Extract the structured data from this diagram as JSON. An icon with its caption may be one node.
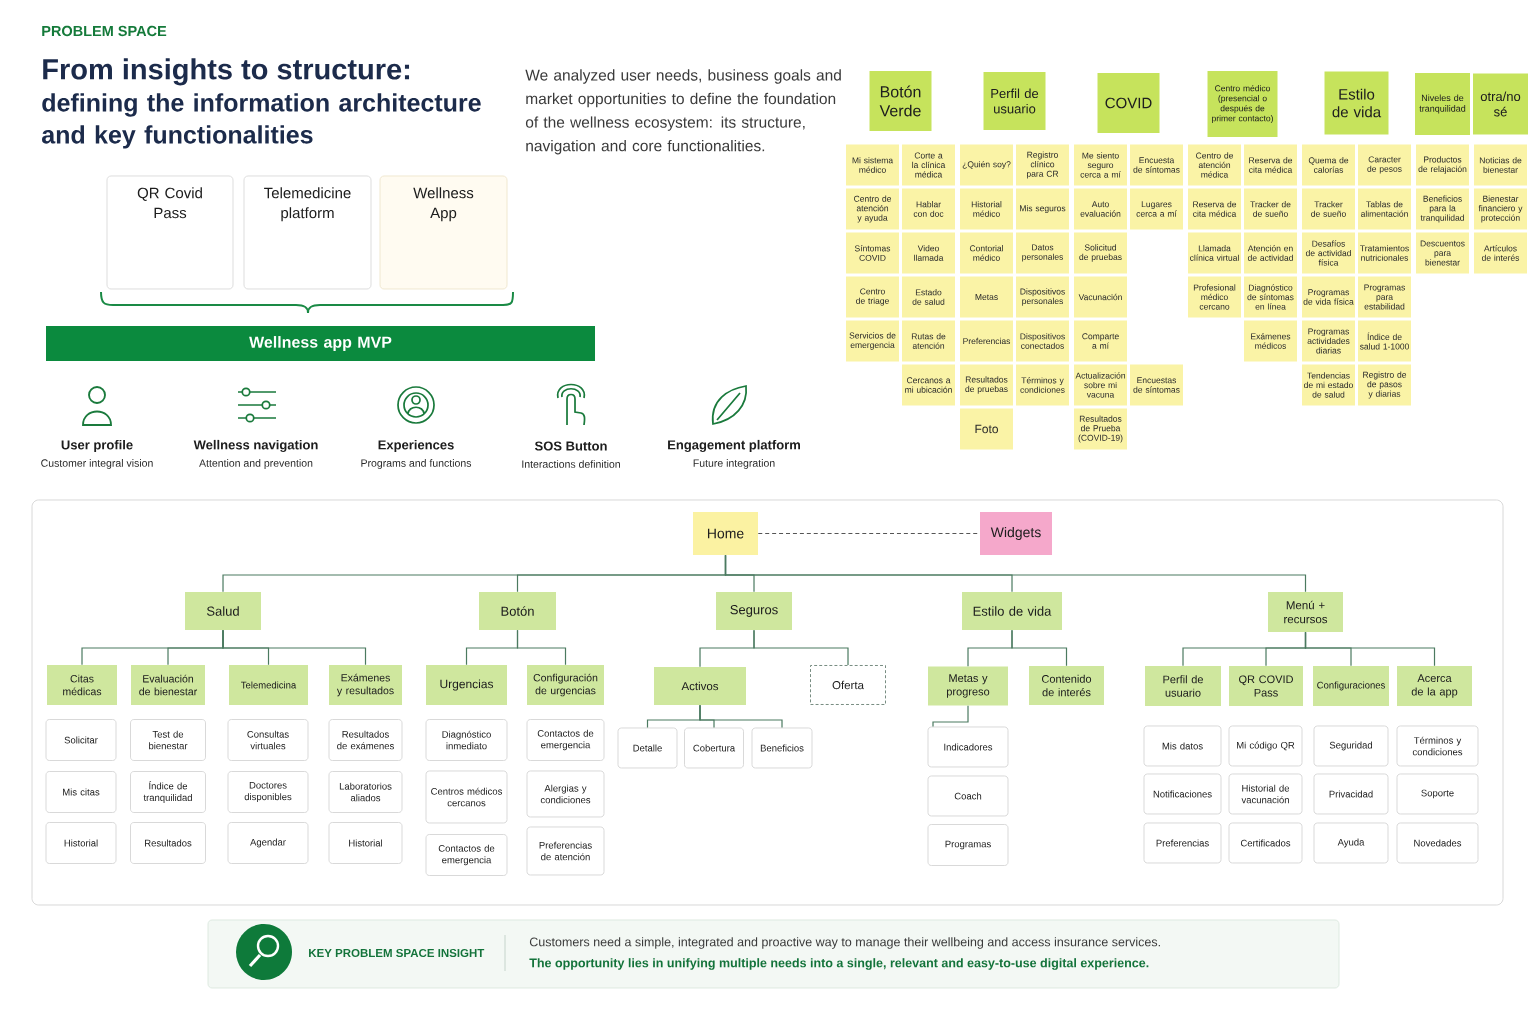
{
  "diagram": {
    "title": "From insights to structure:",
    "nodes": [
      {
        "text": [
          "QR Covid Pass"
        ]
      },
      {
        "text": [
          "Telemedicine platform"
        ]
      },
      {
        "text": [
          "Wellness App"
        ]
      },
      {
        "text": [
          "Wellness app MVP"
        ]
      },
      {
        "text": [
          "Botón Verde"
        ]
      },
      {
        "text": [
          "Mi sistema médico"
        ]
      },
      {
        "text": [
          "Corte a la clínica médica"
        ]
      },
      {
        "text": [
          "Centro de atención y ayuda"
        ]
      },
      {
        "text": [
          "Hablar con doc"
        ]
      },
      {
        "text": [
          "Síntomas COVID"
        ]
      },
      {
        "text": [
          "Video llamada"
        ]
      },
      {
        "text": [
          "Centro de triage"
        ]
      },
      {
        "text": [
          "Estado de salud"
        ]
      },
      {
        "text": [
          "Servicios de emergencia"
        ]
      },
      {
        "text": [
          "Rutas de atención"
        ]
      },
      {
        "text": [
          "Cercanos a mi ubicación"
        ]
      },
      {
        "text": [
          "Perfil de usuario"
        ]
      },
      {
        "text": [
          "¿Quién soy?"
        ]
      },
      {
        "text": [
          "Registro clínico para CR"
        ]
      },
      {
        "text": [
          "Historial médico"
        ]
      },
      {
        "text": [
          "Mis seguros"
        ]
      },
      {
        "text": [
          "Contorial médico"
        ]
      },
      {
        "text": [
          "Datos personales"
        ]
      },
      {
        "text": [
          "Metas"
        ]
      },
      {
        "text": [
          "Dispositivos personales"
        ]
      },
      {
        "text": [
          "Preferencias"
        ]
      },
      {
        "text": [
          "Dispositivos conectados"
        ]
      },
      {
        "text": [
          "Resultados de pruebas"
        ]
      },
      {
        "text": [
          "Términos y condiciones"
        ]
      },
      {
        "text": [
          "Foto"
        ]
      },
      {
        "text": [
          "COVID"
        ]
      },
      {
        "text": [
          "Me siento seguro cerca a mí"
        ]
      },
      {
        "text": [
          "Encuesta de síntomas"
        ]
      },
      {
        "text": [
          "Auto evaluación"
        ]
      },
      {
        "text": [
          "Lugares cerca a mí"
        ]
      },
      {
        "text": [
          "Solicitud de pruebas"
        ]
      },
      {
        "text": [
          "Vacunación"
        ]
      },
      {
        "text": [
          "Comparte a mí"
        ]
      },
      {
        "text": [
          "Actualización sobre mi vacuna"
        ]
      },
      {
        "text": [
          "Encuestas de síntomas"
        ]
      },
      {
        "text": [
          "Resultados de Prueba (COVID-19)"
        ]
      },
      {
        "text": [
          "Centro médico (presencial o después de primer contacto)"
        ]
      },
      {
        "text": [
          "Centro de atención médica"
        ]
      },
      {
        "text": [
          "Reserva de cita médica"
        ]
      },
      {
        "text": [
          "Reserva de cita médica"
        ]
      },
      {
        "text": [
          "Tracker de de sueño"
        ]
      },
      {
        "text": [
          "Llamada clínica virtual"
        ]
      },
      {
        "text": [
          "Atención en de actividad"
        ]
      },
      {
        "text": [
          "Profesional médico cercano"
        ]
      },
      {
        "text": [
          "Diagnóstico de síntomas en línea"
        ]
      },
      {
        "text": [
          "Exámenes médicos"
        ]
      },
      {
        "text": [
          "Estilo de vida"
        ]
      },
      {
        "text": [
          "Quema de calorías"
        ]
      },
      {
        "text": [
          "Caracter de pesos"
        ]
      },
      {
        "text": [
          "Tracker de sueño"
        ]
      },
      {
        "text": [
          "Tablas de alimentación"
        ]
      },
      {
        "text": [
          "Desafíos de actividad física"
        ]
      },
      {
        "text": [
          "Tratamientos nutricionales"
        ]
      },
      {
        "text": [
          "Programas de vida física"
        ]
      },
      {
        "text": [
          "Programas para estabilidad"
        ]
      },
      {
        "text": [
          "Programas actividades diarias"
        ]
      },
      {
        "text": [
          "Índice de salud 1-1000"
        ]
      },
      {
        "text": [
          "Tendencias de mi estado de salud"
        ]
      },
      {
        "text": [
          "Registro de de pasos y diarias"
        ]
      },
      {
        "text": [
          "Niveles de tranquilidad"
        ]
      },
      {
        "text": [
          "Productos de relajación"
        ]
      },
      {
        "text": [
          "Beneficios para la tranquilidad"
        ]
      },
      {
        "text": [
          "Descuentos para bienestar"
        ]
      },
      {
        "text": [
          "otra/no sé"
        ]
      },
      {
        "text": [
          "Noticias de bienestar"
        ]
      },
      {
        "text": [
          "Bienestar financiero y protección"
        ]
      },
      {
        "text": [
          "Artículos de interés"
        ]
      },
      {
        "text": [
          "Home"
        ]
      },
      {
        "text": [
          "Widgets"
        ]
      },
      {
        "text": [
          "Salud"
        ]
      },
      {
        "text": [
          "Botón"
        ]
      },
      {
        "text": [
          "Seguros"
        ]
      },
      {
        "text": [
          "Estilo de vida"
        ]
      },
      {
        "text": [
          "Menú + recursos"
        ]
      },
      {
        "text": [
          "Citas médicas"
        ]
      },
      {
        "text": [
          "Evaluación de bienestar"
        ]
      },
      {
        "text": [
          "Telemedicina"
        ]
      },
      {
        "text": [
          "Exámenes y resultados"
        ]
      },
      {
        "text": [
          "Urgencias"
        ]
      },
      {
        "text": [
          "Configuración de urgencias"
        ]
      },
      {
        "text": [
          "Activos"
        ]
      },
      {
        "text": [
          "Oferta"
        ]
      },
      {
        "text": [
          "Metas y progreso"
        ]
      },
      {
        "text": [
          "Contenido de interés"
        ]
      },
      {
        "text": [
          "Perfil de usuario"
        ]
      },
      {
        "text": [
          "QR COVID Pass"
        ]
      },
      {
        "text": [
          "Configuraciones"
        ]
      },
      {
        "text": [
          "Acerca de la app"
        ]
      },
      {
        "text": [
          "Solicitar"
        ]
      },
      {
        "text": [
          "Test de bienestar"
        ]
      },
      {
        "text": [
          "Consultas virtuales"
        ]
      },
      {
        "text": [
          "Resultados de exámenes"
        ]
      },
      {
        "text": [
          "Diagnóstico inmediato"
        ]
      },
      {
        "text": [
          "Contactos de emergencia"
        ]
      },
      {
        "text": [
          "Detalle"
        ]
      },
      {
        "text": [
          "Cobertura"
        ]
      },
      {
        "text": [
          "Beneficios"
        ]
      },
      {
        "text": [
          "Indicadores"
        ]
      },
      {
        "text": [
          "Mis datos"
        ]
      },
      {
        "text": [
          "Mi código QR"
        ]
      },
      {
        "text": [
          "Seguridad"
        ]
      },
      {
        "text": [
          "Términos y condiciones"
        ]
      },
      {
        "text": [
          "Mis citas"
        ]
      },
      {
        "text": [
          "Índice de tranquilidad"
        ]
      },
      {
        "text": [
          "Doctores disponibles"
        ]
      },
      {
        "text": [
          "Laboratorios aliados"
        ]
      },
      {
        "text": [
          "Centros médicos cercanos"
        ]
      },
      {
        "text": [
          "Alergias y condiciones"
        ]
      },
      {
        "text": [
          "Coach"
        ]
      },
      {
        "text": [
          "Notificaciones"
        ]
      },
      {
        "text": [
          "Historial de vacunación"
        ]
      },
      {
        "text": [
          "Privacidad"
        ]
      },
      {
        "text": [
          "Soporte"
        ]
      },
      {
        "text": [
          "Historial"
        ]
      },
      {
        "text": [
          "Resultados"
        ]
      },
      {
        "text": [
          "Agendar"
        ]
      },
      {
        "text": [
          "Historial"
        ]
      },
      {
        "text": [
          "Contactos de emergencia"
        ]
      },
      {
        "text": [
          "Preferencias de atención"
        ]
      },
      {
        "text": [
          "Programas"
        ]
      },
      {
        "text": [
          "Preferencias"
        ]
      },
      {
        "text": [
          "Certificados"
        ]
      },
      {
        "text": [
          "Ayuda"
        ]
      },
      {
        "text": [
          "Novedades"
        ]
      },
      {
        "text": [
          "KEY PROBLEM SPACE INSIGHT",
          "Customers need a simple, integrated and proactive way to manage their wellbeing and access insurance services.",
          "The opportunity lies in unifying multiple needs into a single, relevant and easy-to-use digital experience."
        ]
      }
    ],
    "edges": [
      {
        "from": 72,
        "to": 73,
        "arrow": "none",
        "style": "dashed",
        "color": "#555555"
      },
      {
        "from": 72,
        "to": 74,
        "arrow": "none"
      },
      {
        "from": 72,
        "to": 75,
        "arrow": "none"
      },
      {
        "from": 72,
        "to": 76,
        "arrow": "none"
      },
      {
        "from": 72,
        "to": 77,
        "arrow": "none"
      },
      {
        "from": 72,
        "to": 78,
        "arrow": "none"
      },
      {
        "from": 74,
        "to": 79,
        "arrow": "none"
      },
      {
        "from": 74,
        "to": 80,
        "arrow": "none"
      },
      {
        "from": 74,
        "to": 81,
        "arrow": "none"
      },
      {
        "from": 74,
        "to": 82,
        "arrow": "none"
      },
      {
        "from": 75,
        "to": 83,
        "arrow": "none"
      },
      {
        "from": 75,
        "to": 84,
        "arrow": "none"
      },
      {
        "from": 76,
        "to": 85,
        "arrow": "none"
      },
      {
        "from": 76,
        "to": 86,
        "arrow": "none"
      },
      {
        "from": 85,
        "to": 99,
        "arrow": "none"
      },
      {
        "from": 85,
        "to": 100,
        "arrow": "none"
      },
      {
        "from": 85,
        "to": 101,
        "arrow": "none"
      },
      {
        "from": 77,
        "to": 87,
        "arrow": "none"
      },
      {
        "from": 77,
        "to": 88,
        "arrow": "none"
      },
      {
        "from": 87,
        "to": 102,
        "arrow": "none"
      },
      {
        "from": 78,
        "to": 89,
        "arrow": "none"
      },
      {
        "from": 78,
        "to": 90,
        "arrow": "none"
      },
      {
        "from": 78,
        "to": 91,
        "arrow": "none"
      },
      {
        "from": 78,
        "to": 92,
        "arrow": "none"
      }
    ],
    "labels": [
      "PROBLEM SPACE",
      "defining the information architecture and key functionalities",
      "We analyzed user needs, business goals and market opportunities to define the foundation of the wellness ecosystem: its structure, navigation and core functionalities.",
      "User profile",
      "Customer integral vision",
      "Wellness navigation",
      "Attention and prevention",
      "Experiences",
      "Programs and functions",
      "SOS Button",
      "Interactions definition",
      "Engagement platform",
      "Future integration"
    ]
  }
}
